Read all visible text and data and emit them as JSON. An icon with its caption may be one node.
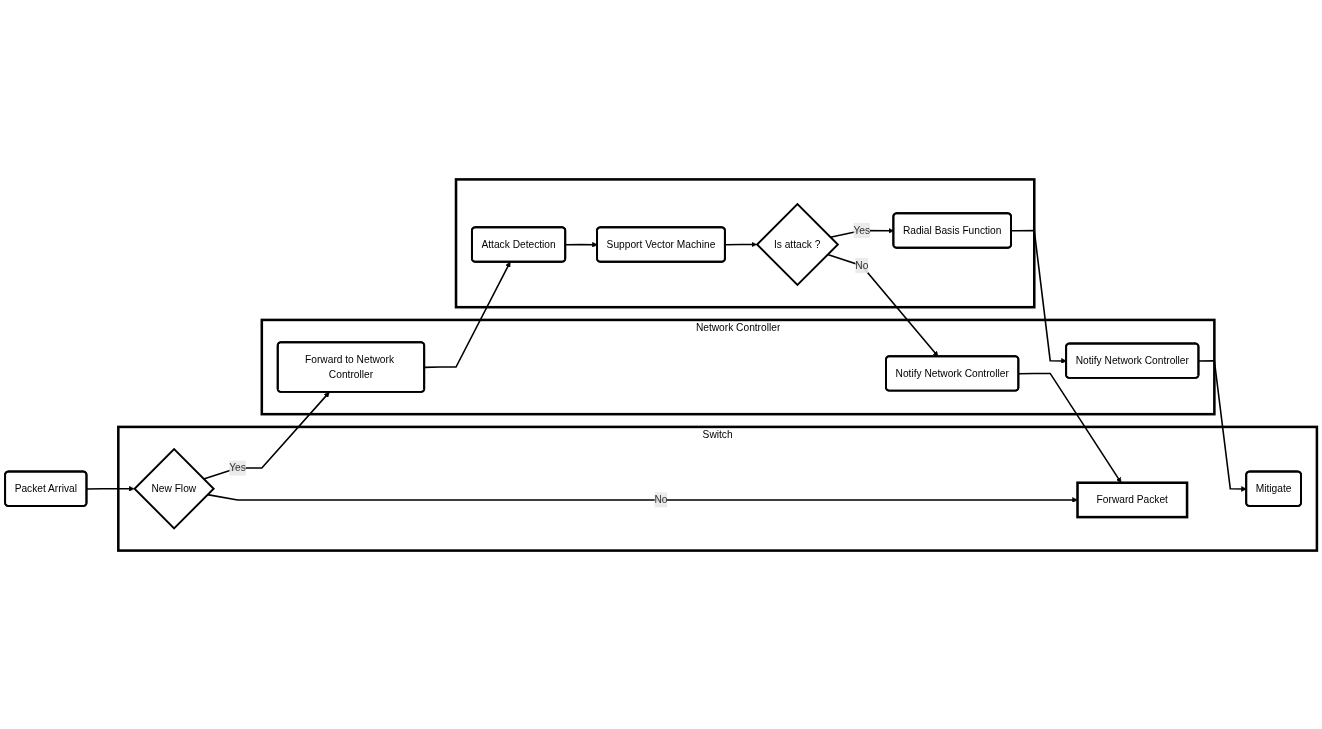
{
  "diagram": {
    "nodes": [
      {
        "text": [
          "Packet Arrival"
        ]
      },
      {
        "text": [
          "Switch"
        ]
      },
      {
        "text": [
          "New Flow"
        ],
        "in": 1
      },
      {
        "text": [
          "Forward Packet"
        ],
        "in": 1
      },
      {
        "text": [
          "Mitigate"
        ],
        "in": 1
      },
      {
        "text": [
          "Network Controller"
        ]
      },
      {
        "text": [
          "Forward to Network Controller"
        ],
        "in": 5
      },
      {
        "text": [
          "Notify Network Controller"
        ],
        "in": 5
      },
      {
        "text": [
          "Notify Network Controller"
        ],
        "in": 5
      },
      {
        "text": [],
        "shape": "box"
      },
      {
        "text": [
          "Attack Detection"
        ],
        "in": 9
      },
      {
        "text": [
          "Support Vector Machine"
        ],
        "in": 9
      },
      {
        "text": [
          "Is attack ?"
        ],
        "in": 9
      },
      {
        "text": [
          "Radial Basis Function"
        ],
        "in": 9
      }
    ],
    "edges": [
      {
        "from": 0,
        "to": 2,
        "arrow": "to"
      },
      {
        "from": 2,
        "to": 6,
        "arrow": "to",
        "label": "Yes"
      },
      {
        "from": 2,
        "to": 3,
        "arrow": "to",
        "label": "No"
      },
      {
        "from": 6,
        "to": 10,
        "arrow": "to"
      },
      {
        "from": 10,
        "to": 11,
        "arrow": "to"
      },
      {
        "from": 11,
        "to": 12,
        "arrow": "to"
      },
      {
        "from": 12,
        "to": 7,
        "arrow": "to",
        "label": "No"
      },
      {
        "from": 12,
        "to": 13,
        "arrow": "to",
        "label": "Yes"
      },
      {
        "from": 13,
        "to": 8,
        "arrow": "to"
      },
      {
        "from": 7,
        "to": 3,
        "arrow": "to"
      },
      {
        "from": 8,
        "to": 4,
        "arrow": "to"
      }
    ]
  }
}
